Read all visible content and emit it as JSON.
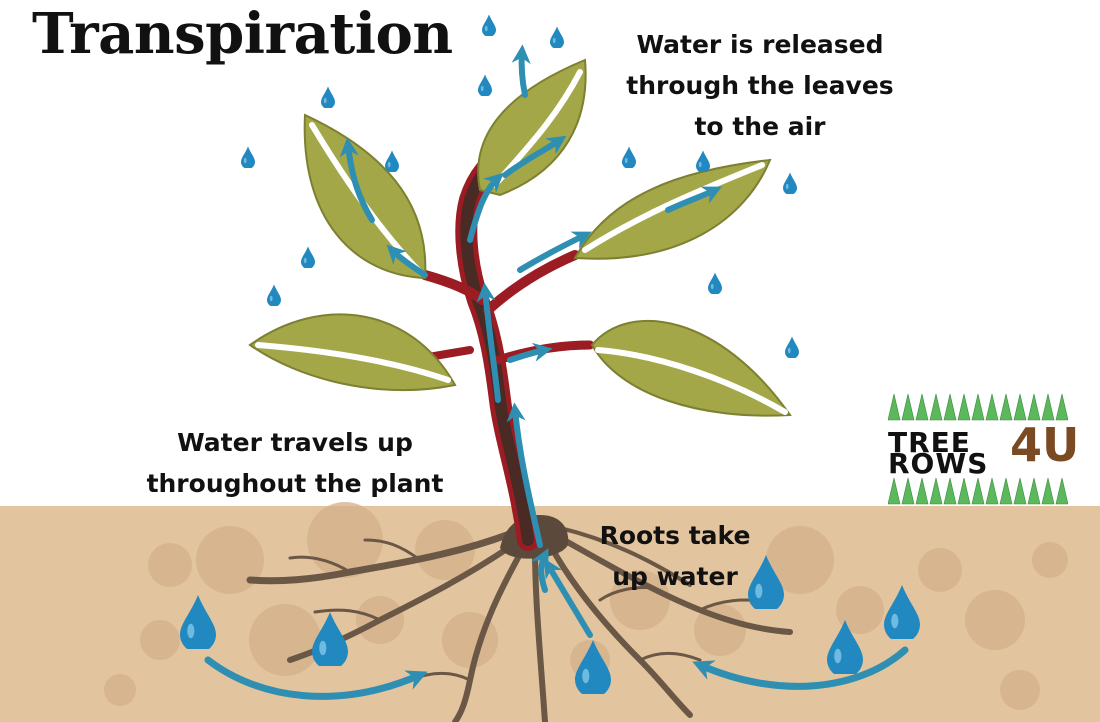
{
  "title": "Transpiration",
  "labels": {
    "leaves": [
      "Water is released",
      "through the leaves",
      "to the air"
    ],
    "travel": [
      "Water travels up",
      "throughout the plant"
    ],
    "roots": [
      "Roots take",
      "up water"
    ]
  },
  "logo": {
    "line1": "TREE",
    "line2": "ROWS",
    "suffix": "4U"
  },
  "colors": {
    "soil": "#e2c49e",
    "leaf": "#a3a748",
    "stem": "#9b1c23",
    "water": "#2288c0",
    "arrow": "#2e8fb3",
    "logo_trees": "#5cb85c",
    "logo_brown": "#7a4a22"
  }
}
